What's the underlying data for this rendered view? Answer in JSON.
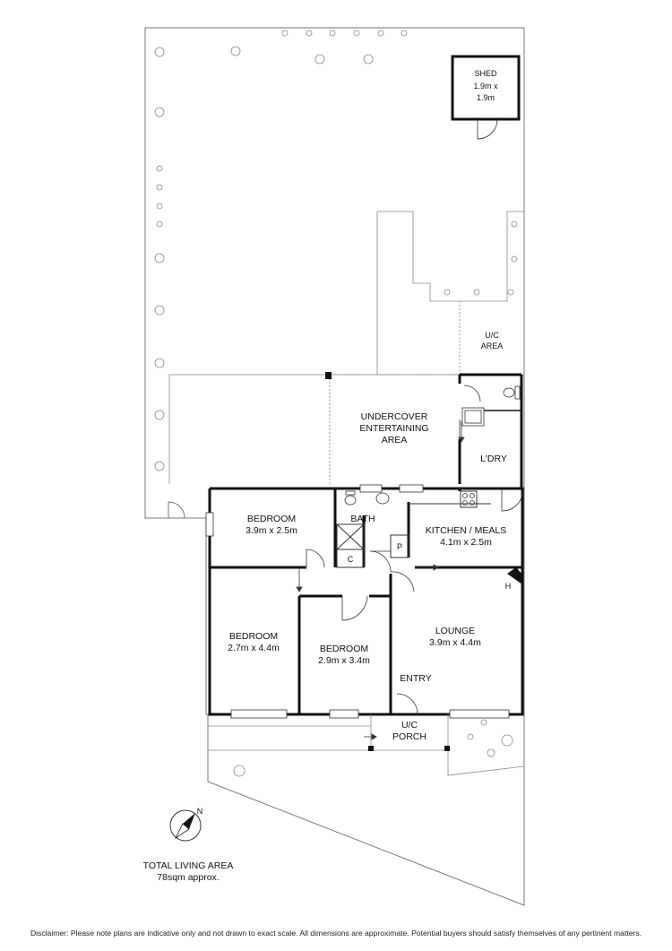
{
  "shed": {
    "name": "SHED",
    "dim1": "1.9m x",
    "dim2": "1.9m"
  },
  "uc_area": {
    "line1": "U/C",
    "line2": "AREA"
  },
  "undercover": {
    "line1": "UNDERCOVER",
    "line2": "ENTERTAINING",
    "line3": "AREA"
  },
  "laundry": {
    "name": "L'DRY"
  },
  "bedroom1": {
    "name": "BEDROOM",
    "dims": "3.9m x 2.5m"
  },
  "bath": {
    "name": "BATH"
  },
  "cupboard": {
    "label": "C"
  },
  "pantry": {
    "label": "P"
  },
  "kitchen": {
    "name": "KITCHEN / MEALS",
    "dims": "4.1m x 2.5m"
  },
  "heater": {
    "label": "H"
  },
  "bedroom2": {
    "name": "BEDROOM",
    "dims": "2.7m x 4.4m"
  },
  "bedroom3": {
    "name": "BEDROOM",
    "dims": "2.9m x 3.4m"
  },
  "lounge": {
    "name": "LOUNGE",
    "dims": "3.9m x 4.4m"
  },
  "entry": {
    "name": "ENTRY"
  },
  "porch": {
    "line1": "U/C",
    "line2": "PORCH"
  },
  "compass": {
    "north": "N"
  },
  "living_area": {
    "line1": "TOTAL LIVING AREA",
    "line2": "78sqm approx."
  },
  "disclaimer": "Disclaimer: Please note plans are indicative only and not drawn to exact scale. All dimensions are approximate. Potential buyers should satisfy themselves of any pertinent matters."
}
